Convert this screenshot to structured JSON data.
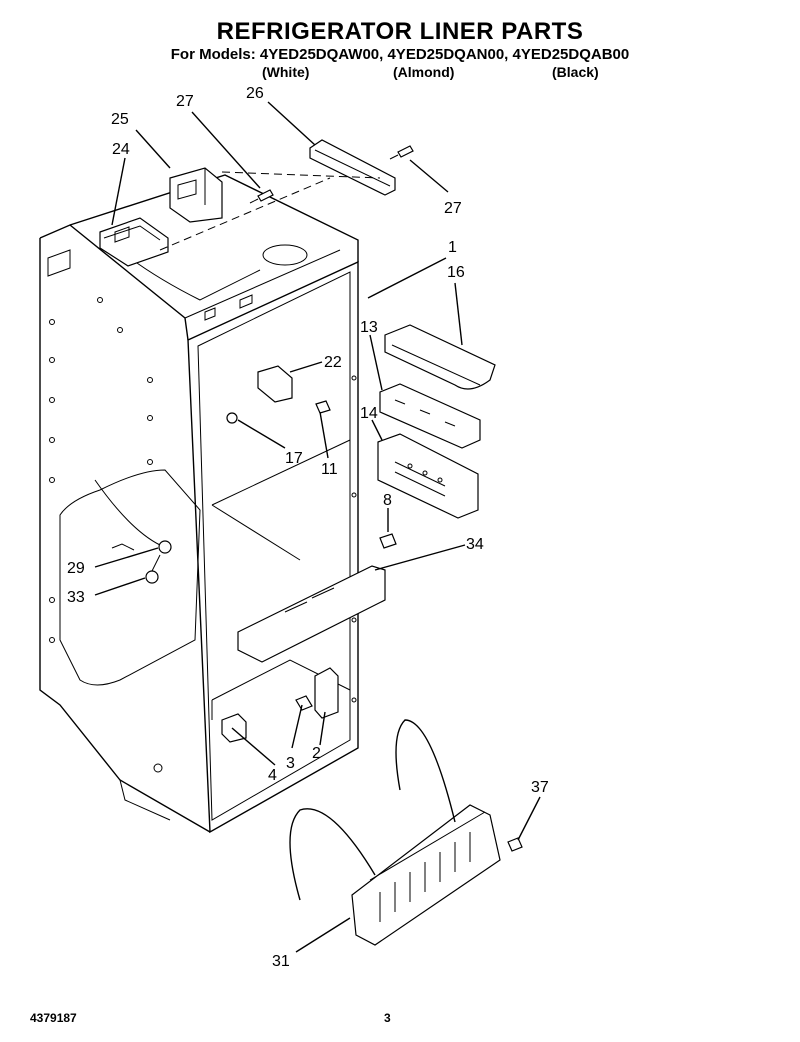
{
  "header": {
    "title": "REFRIGERATOR LINER PARTS",
    "models_line": "For Models: 4YED25DQAW00,  4YED25DQAN00,  4YED25DQAB00",
    "variants": [
      "(White)",
      "(Almond)",
      "(Black)"
    ]
  },
  "callouts": [
    "25",
    "27",
    "26",
    "24",
    "27",
    "1",
    "16",
    "13",
    "22",
    "14",
    "17",
    "11",
    "8",
    "34",
    "29",
    "33",
    "4",
    "3",
    "2",
    "37",
    "31"
  ],
  "footer": {
    "doc_number": "4379187",
    "page_number": "3"
  }
}
